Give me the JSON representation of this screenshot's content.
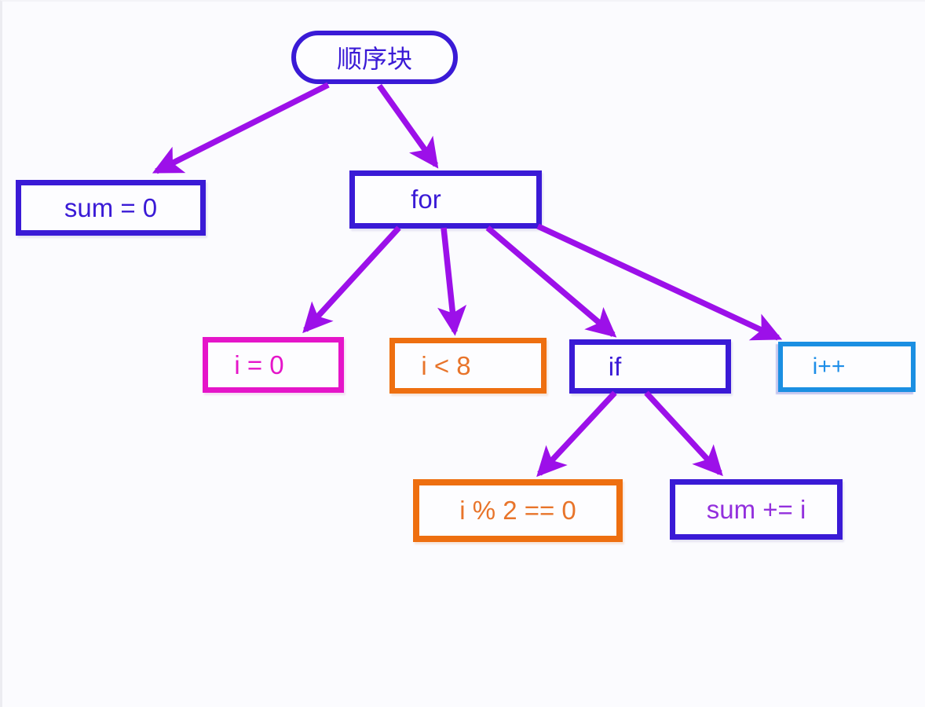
{
  "diagram": {
    "description": "Tree diagram of a for-loop program structure",
    "background_color": "#fbfbfe",
    "arrow_color": "#9c10e9",
    "nodes": {
      "root": {
        "label": "顺序块",
        "shape": "rounded-pill",
        "border_color": "#3a1ad6",
        "text_color": "#3a1ad6"
      },
      "sum0": {
        "label": "sum = 0",
        "shape": "rectangle",
        "border_color": "#3a1ad6",
        "text_color": "#3a1ad6"
      },
      "for": {
        "label": "for",
        "shape": "rectangle",
        "border_color": "#3a1ad6",
        "text_color": "#3a1ad6"
      },
      "i0": {
        "label": "i = 0",
        "shape": "rectangle",
        "border_color": "#e515c9",
        "text_color": "#e515c9"
      },
      "i8": {
        "label": "i < 8",
        "shape": "rectangle",
        "border_color": "#ee6f10",
        "text_color": "#e8742a"
      },
      "if": {
        "label": "if",
        "shape": "rectangle",
        "border_color": "#3a1ad6",
        "text_color": "#3a1ad6"
      },
      "ipp": {
        "label": "i++",
        "shape": "rectangle",
        "border_color": "#1b8fe2",
        "text_color": "#1e8ee8"
      },
      "imod": {
        "label": "i % 2 == 0",
        "shape": "rectangle",
        "border_color": "#ee6f10",
        "text_color": "#e8742a"
      },
      "sumpe": {
        "label": "sum += i",
        "shape": "rectangle",
        "border_color": "#3a1ad6",
        "text_color": "#9330dd"
      }
    },
    "edges": [
      {
        "from": "root",
        "to": "sum0"
      },
      {
        "from": "root",
        "to": "for"
      },
      {
        "from": "for",
        "to": "i0"
      },
      {
        "from": "for",
        "to": "i8"
      },
      {
        "from": "for",
        "to": "if"
      },
      {
        "from": "for",
        "to": "ipp"
      },
      {
        "from": "if",
        "to": "imod"
      },
      {
        "from": "if",
        "to": "sumpe"
      }
    ]
  }
}
